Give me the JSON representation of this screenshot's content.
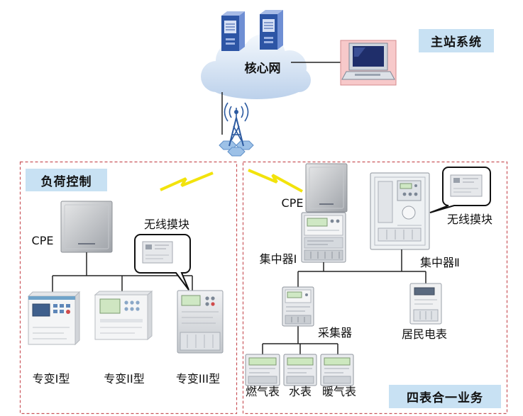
{
  "badges": {
    "master_station": "主站系统",
    "load_control": "负荷控制",
    "four_meter_service": "四表合一业务"
  },
  "core_network": {
    "label": "核心网"
  },
  "load_control": {
    "cpe_label": "CPE",
    "wireless_module_label": "无线摸块",
    "devices": [
      {
        "label": "专变I型"
      },
      {
        "label": "专变II型"
      },
      {
        "label": "专变III型"
      }
    ]
  },
  "four_meter": {
    "cpe_label": "CPE",
    "wireless_module_label": "无线摸块",
    "concentrator_1": "集中器I",
    "concentrator_2": "集中器Ⅱ",
    "collector": "采集器",
    "resident_meter": "居民电表",
    "meters": [
      {
        "label": "燃气表"
      },
      {
        "label": "水表"
      },
      {
        "label": "暖气表"
      }
    ]
  },
  "colors": {
    "badge_bg": "#c8e1f3",
    "frame_dash": "#c9545a",
    "lightning": "#f2e30c"
  }
}
